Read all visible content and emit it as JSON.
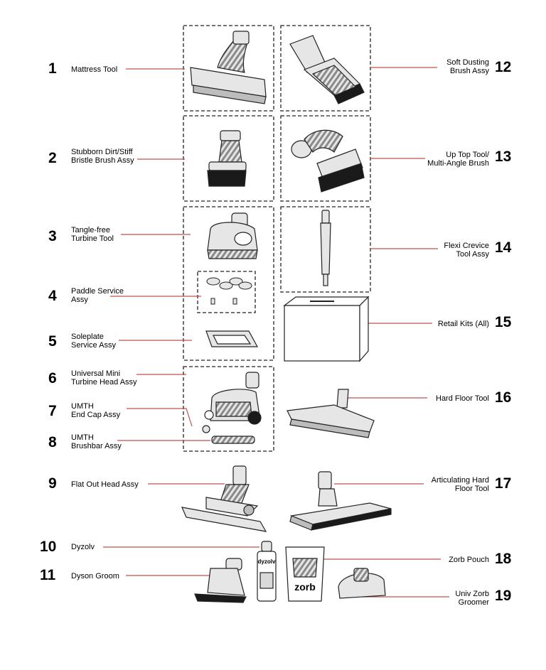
{
  "parts": [
    {
      "number": "1",
      "lines": [
        "Mattress Tool"
      ]
    },
    {
      "number": "2",
      "lines": [
        "Stubborn Dirt/Stiff",
        "Bristle Brush Assy"
      ]
    },
    {
      "number": "3",
      "lines": [
        "Tangle-free",
        "Turbine Tool"
      ]
    },
    {
      "number": "4",
      "lines": [
        "Paddle Service",
        "Assy"
      ]
    },
    {
      "number": "5",
      "lines": [
        "Soleplate",
        "Service Assy"
      ]
    },
    {
      "number": "6",
      "lines": [
        "Universal Mini",
        "Turbine Head Assy"
      ]
    },
    {
      "number": "7",
      "lines": [
        "UMTH",
        "End Cap Assy"
      ]
    },
    {
      "number": "8",
      "lines": [
        "UMTH",
        "Brushbar Assy"
      ]
    },
    {
      "number": "9",
      "lines": [
        "Flat Out Head Assy"
      ]
    },
    {
      "number": "10",
      "lines": [
        "Dyzolv"
      ]
    },
    {
      "number": "11",
      "lines": [
        "Dyson Groom"
      ]
    },
    {
      "number": "12",
      "lines": [
        "Soft Dusting",
        "Brush Assy"
      ]
    },
    {
      "number": "13",
      "lines": [
        "Up Top Tool/",
        "Multi-Angle Brush"
      ]
    },
    {
      "number": "14",
      "lines": [
        "Flexi Crevice",
        "Tool Assy"
      ]
    },
    {
      "number": "15",
      "lines": [
        "Retail Kits (All)"
      ]
    },
    {
      "number": "16",
      "lines": [
        "Hard Floor Tool"
      ]
    },
    {
      "number": "17",
      "lines": [
        "Articulating Hard",
        "Floor Tool"
      ]
    },
    {
      "number": "18",
      "lines": [
        "Zorb Pouch"
      ]
    },
    {
      "number": "19",
      "lines": [
        "Univ Zorb",
        "Groomer"
      ]
    }
  ],
  "product_text": {
    "dyzolv_bottle": "dyzolv",
    "zorb_pouch": "zorb"
  },
  "colors": {
    "leader_line": "#c0504d",
    "outline": "#222222",
    "tool_fill": "#e6e6e6",
    "bristle": "#1a1a1a"
  }
}
